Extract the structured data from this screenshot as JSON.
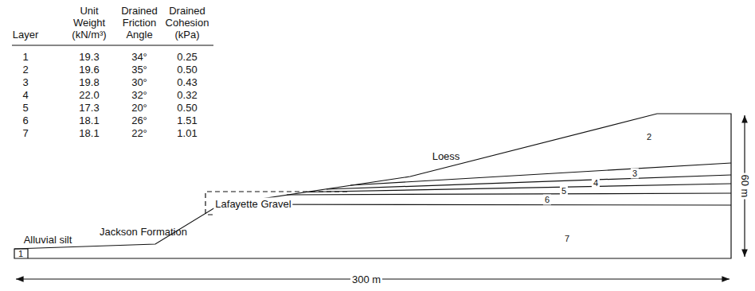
{
  "diagram": {
    "labels": [
      "Layer",
      "Unit Weight (kN/m³)",
      "Drained Friction Angle",
      "Drained Cohesion (kPa)",
      "1",
      "19.3",
      "34°",
      "0.25",
      "2",
      "19.6",
      "35°",
      "0.50",
      "3",
      "19.8",
      "30°",
      "0.43",
      "4",
      "22.0",
      "32°",
      "0.32",
      "5",
      "17.3",
      "20°",
      "0.50",
      "6",
      "18.1",
      "26°",
      "1.51",
      "7",
      "18.1",
      "22°",
      "1.01",
      "Loess",
      "Lafayette Gravel",
      "Jackson Formation",
      "Alluvial silt",
      "1",
      "2",
      "3",
      "4",
      "5",
      "6",
      "7",
      "60 m",
      "300 m"
    ]
  }
}
